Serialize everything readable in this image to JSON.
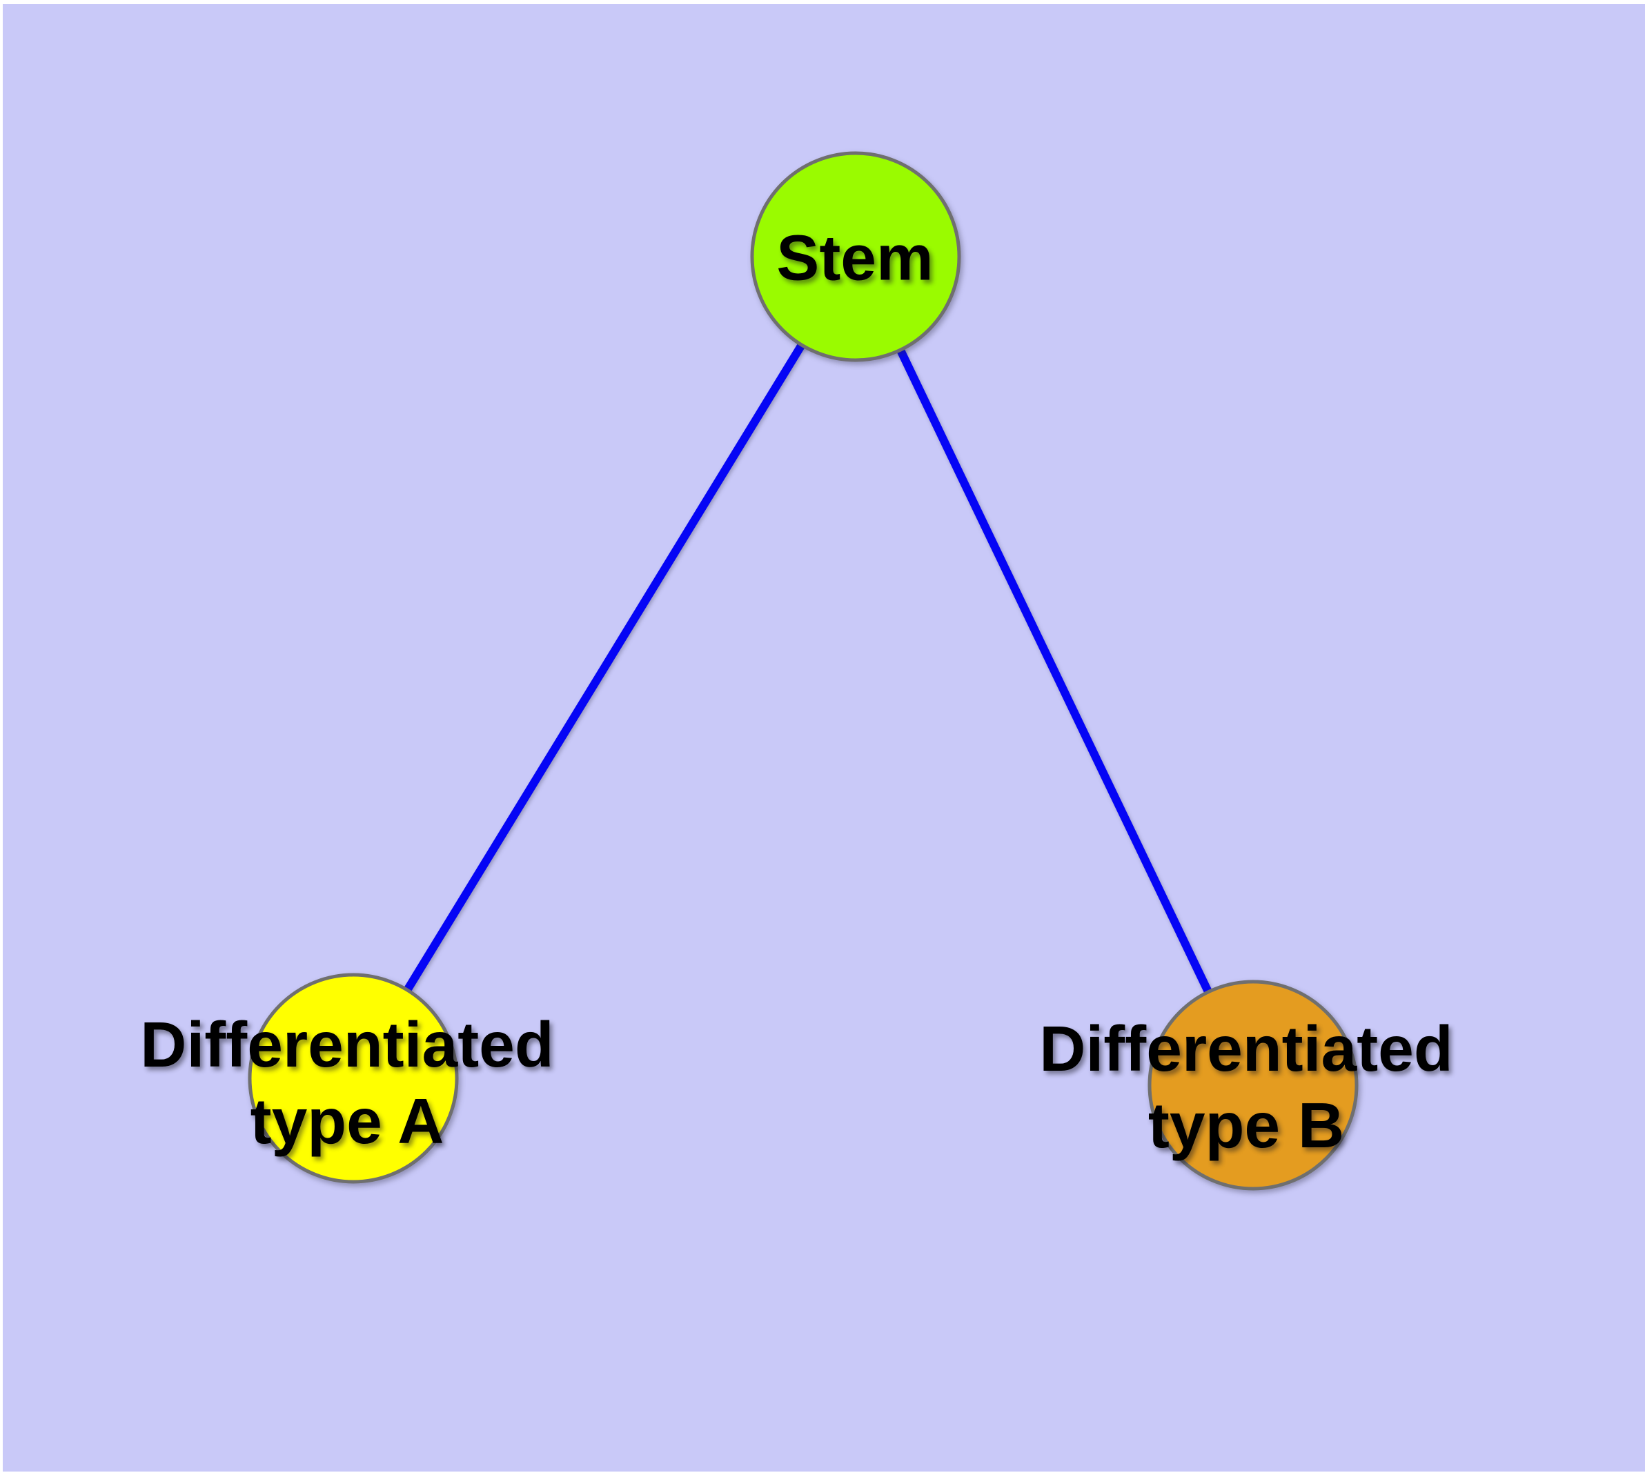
{
  "diagram": {
    "description": "Cell differentiation graph: a Stem node connected to two differentiated cell type nodes",
    "colors": {
      "page_background": "#FFFFFF",
      "panel_background": "#C9C9F8",
      "edge": "#0505F5",
      "node_border": "#6F6F6F",
      "label_text": "#000000"
    },
    "nodes": [
      {
        "id": "stem",
        "label": "Stem",
        "label_line1": "Stem",
        "label_line2": "",
        "color": "#9AFB00"
      },
      {
        "id": "diff-a",
        "label": "Differentiated type A",
        "label_line1": "Differentiated",
        "label_line2": "type A",
        "color": "#FFFF00"
      },
      {
        "id": "diff-b",
        "label": "Differentiated type B",
        "label_line1": "Differentiated",
        "label_line2": "type B",
        "color": "#E49C20"
      }
    ],
    "edges": [
      {
        "from": "Stem",
        "to": "Differentiated type A"
      },
      {
        "from": "Stem",
        "to": "Differentiated type B"
      }
    ]
  }
}
